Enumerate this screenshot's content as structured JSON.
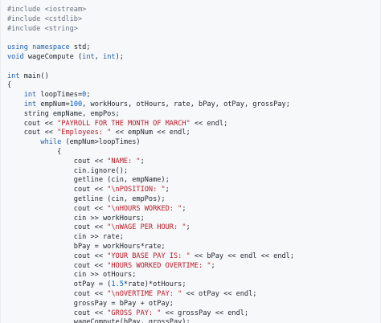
{
  "code_block": {
    "lines": [
      [
        {
          "t": "#include <iostream>",
          "c": "pp"
        }
      ],
      [
        {
          "t": "#include <cstdlib>",
          "c": "pp"
        }
      ],
      [
        {
          "t": "#include <string>",
          "c": "pp"
        }
      ],
      [],
      [
        {
          "t": "using",
          "c": "kw"
        },
        {
          "t": " ",
          "c": "plain"
        },
        {
          "t": "namespace",
          "c": "kw"
        },
        {
          "t": " std;",
          "c": "plain"
        }
      ],
      [
        {
          "t": "void",
          "c": "ty"
        },
        {
          "t": " wageCompute (",
          "c": "plain"
        },
        {
          "t": "int",
          "c": "ty"
        },
        {
          "t": ", ",
          "c": "plain"
        },
        {
          "t": "int",
          "c": "ty"
        },
        {
          "t": ");",
          "c": "plain"
        }
      ],
      [],
      [
        {
          "t": "int",
          "c": "ty"
        },
        {
          "t": " main()",
          "c": "plain"
        }
      ],
      [
        {
          "t": "{",
          "c": "plain"
        }
      ],
      [
        {
          "t": "    ",
          "c": "plain"
        },
        {
          "t": "int",
          "c": "ty"
        },
        {
          "t": " loopTimes=",
          "c": "plain"
        },
        {
          "t": "0",
          "c": "num"
        },
        {
          "t": ";",
          "c": "plain"
        }
      ],
      [
        {
          "t": "    ",
          "c": "plain"
        },
        {
          "t": "int",
          "c": "ty"
        },
        {
          "t": " empNum=",
          "c": "plain"
        },
        {
          "t": "100",
          "c": "num"
        },
        {
          "t": ", workHours, otHours, rate, bPay, otPay, grossPay;",
          "c": "plain"
        }
      ],
      [
        {
          "t": "    string empName, empPos;",
          "c": "plain"
        }
      ],
      [
        {
          "t": "    cout << ",
          "c": "plain"
        },
        {
          "t": "\"PAYROLL FOR THE MONTH OF MARCH\"",
          "c": "str"
        },
        {
          "t": " << endl;",
          "c": "plain"
        }
      ],
      [
        {
          "t": "    cout << ",
          "c": "plain"
        },
        {
          "t": "\"Employees: \"",
          "c": "str"
        },
        {
          "t": " << empNum << endl;",
          "c": "plain"
        }
      ],
      [
        {
          "t": "        ",
          "c": "plain"
        },
        {
          "t": "while",
          "c": "kw"
        },
        {
          "t": " (empNum>loopTimes)",
          "c": "plain"
        }
      ],
      [
        {
          "t": "            {",
          "c": "plain"
        }
      ],
      [
        {
          "t": "                cout << ",
          "c": "plain"
        },
        {
          "t": "\"NAME: \"",
          "c": "str"
        },
        {
          "t": ";",
          "c": "plain"
        }
      ],
      [
        {
          "t": "                cin.ignore();",
          "c": "plain"
        }
      ],
      [
        {
          "t": "                getline (cin, empName);",
          "c": "plain"
        }
      ],
      [
        {
          "t": "                cout << ",
          "c": "plain"
        },
        {
          "t": "\"\\nPOSITION: \"",
          "c": "str"
        },
        {
          "t": ";",
          "c": "plain"
        }
      ],
      [
        {
          "t": "                getline (cin, empPos);",
          "c": "plain"
        }
      ],
      [
        {
          "t": "                cout << ",
          "c": "plain"
        },
        {
          "t": "\"\\nHOURS WORKED: \"",
          "c": "str"
        },
        {
          "t": ";",
          "c": "plain"
        }
      ],
      [
        {
          "t": "                cin >> workHours;",
          "c": "plain"
        }
      ],
      [
        {
          "t": "                cout << ",
          "c": "plain"
        },
        {
          "t": "\"\\nWAGE PER HOUR: \"",
          "c": "str"
        },
        {
          "t": ";",
          "c": "plain"
        }
      ],
      [
        {
          "t": "                cin >> rate;",
          "c": "plain"
        }
      ],
      [
        {
          "t": "                bPay = workHours*rate;",
          "c": "plain"
        }
      ],
      [
        {
          "t": "                cout << ",
          "c": "plain"
        },
        {
          "t": "\"YOUR BASE PAY IS: \"",
          "c": "str"
        },
        {
          "t": " << bPay << endl << endl;",
          "c": "plain"
        }
      ],
      [
        {
          "t": "                cout << ",
          "c": "plain"
        },
        {
          "t": "\"HOURS WORKED OVERTIME: \"",
          "c": "str"
        },
        {
          "t": ";",
          "c": "plain"
        }
      ],
      [
        {
          "t": "                cin >> otHours;",
          "c": "plain"
        }
      ],
      [
        {
          "t": "                otPay = (",
          "c": "plain"
        },
        {
          "t": "1.5",
          "c": "num"
        },
        {
          "t": "*rate)*otHours;",
          "c": "plain"
        }
      ],
      [
        {
          "t": "                cout << ",
          "c": "plain"
        },
        {
          "t": "\"\\nOVERTIME PAY: \"",
          "c": "str"
        },
        {
          "t": " << otPay << endl;",
          "c": "plain"
        }
      ],
      [
        {
          "t": "                grossPay = bPay + otPay;",
          "c": "plain"
        }
      ],
      [
        {
          "t": "                cout << ",
          "c": "plain"
        },
        {
          "t": "\"GROSS PAY: \"",
          "c": "str"
        },
        {
          "t": " << grossPay << endl;",
          "c": "plain"
        }
      ],
      [
        {
          "t": "                wageCompute(bPay, grossPay);",
          "c": "plain"
        }
      ]
    ]
  },
  "colors": {
    "background": "#f6f8fa",
    "preprocessor": "#6a737d",
    "keyword": "#1f5fa8",
    "string": "#b31d28",
    "number": "#005cc5",
    "text": "#24292e"
  }
}
